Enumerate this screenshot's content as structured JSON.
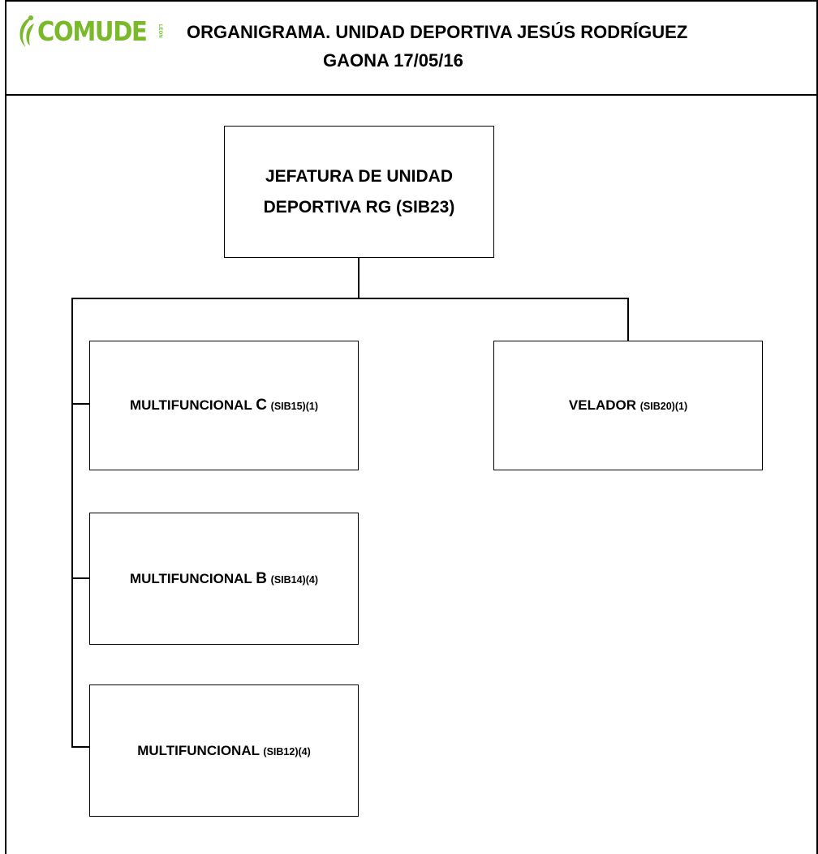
{
  "header": {
    "logo_text": "COMUDE",
    "logo_subtext": "LEON",
    "title_line1": "ORGANIGRAMA. UNIDAD DEPORTIVA JESÚS RODRÍGUEZ",
    "title_line2": "GAONA 17/05/16"
  },
  "org_chart": {
    "root": {
      "line1": "JEFATURA DE UNIDAD",
      "line2": "DEPORTIVA RG (SIB23)"
    },
    "children": [
      {
        "name": "MULTIFUNCIONAL",
        "grade": "C",
        "code": "(SIB15)",
        "count": "(1)"
      },
      {
        "name": "MULTIFUNCIONAL",
        "grade": "B",
        "code": "(SIB14)",
        "count": "(4)"
      },
      {
        "name": "MULTIFUNCIONAL",
        "grade": "",
        "code": "(SIB12)",
        "count": "(4)"
      },
      {
        "name": "VELADOR",
        "grade": "",
        "code": "(SIB20)",
        "count": "(1)"
      }
    ]
  },
  "colors": {
    "logo_green": "#7ab929",
    "line": "#000000"
  },
  "icons": [
    "comude-swoosh-icon"
  ]
}
